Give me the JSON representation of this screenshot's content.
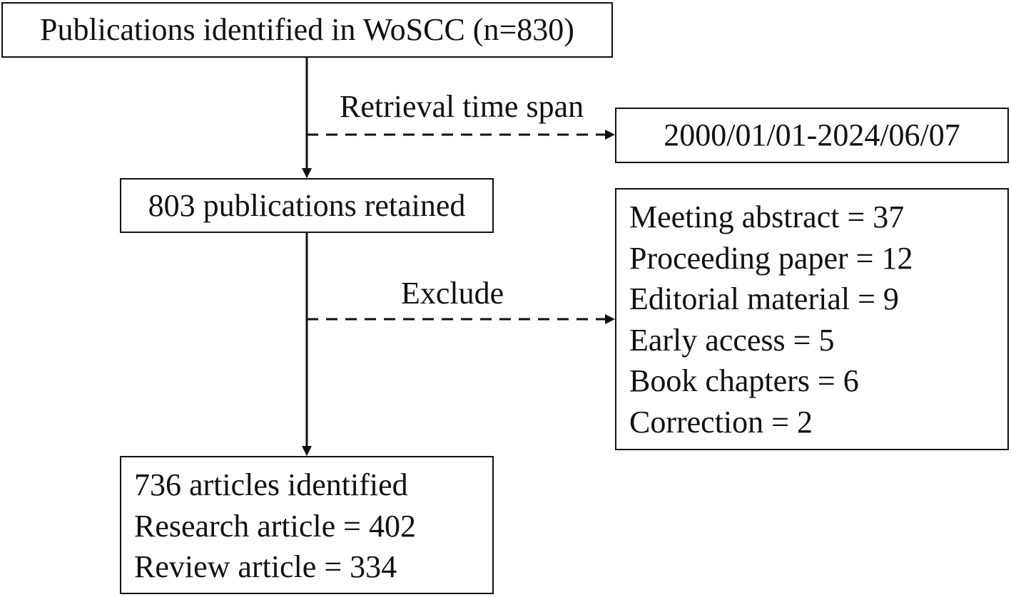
{
  "flowchart": {
    "identified": {
      "text": "Publications identified in WoSCC (n=830)"
    },
    "retrieval_label": "Retrieval time span",
    "retrieval_range": "2000/01/01-2024/06/07",
    "retained": {
      "text": "803 publications retained"
    },
    "exclude_label": "Exclude",
    "excluded": [
      "Meeting abstract = 37",
      "Proceeding paper = 12",
      "Editorial material = 9",
      "Early access = 5",
      "Book chapters = 6",
      "Correction = 2"
    ],
    "final": [
      "736 articles identified",
      "Research article = 402",
      "Review article = 334"
    ]
  },
  "colors": {
    "line": "#111111",
    "background": "#ffffff"
  }
}
